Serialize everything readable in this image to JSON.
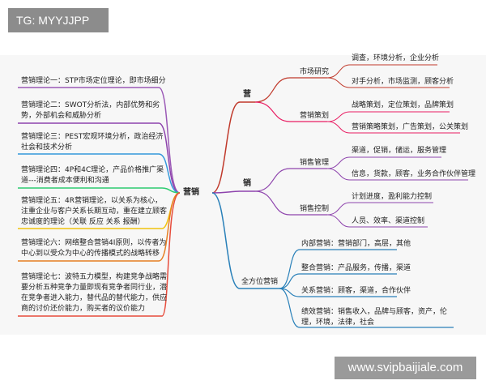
{
  "badge": "TG: MYYJJPP",
  "watermark": "www.svipbaijiale.com",
  "center": "营销",
  "left_theories": [
    {
      "text": "营销理论一：STP市场定位理论，即市场细分",
      "color": "#9b59b6"
    },
    {
      "text": "营销理论二：SWOT分析法，内部优势和劣势，外部机会和威胁分析",
      "color": "#8e44ad"
    },
    {
      "text": "营销理论三：PEST宏观环境分析，政治经济社会和技术分析",
      "color": "#3498db"
    },
    {
      "text": "营销理论四：4P和4C理论，产品价格推广渠道---消费者成本便利和沟通",
      "color": "#2ecc71"
    },
    {
      "text": "营销理论五：4R营销理论，以关系为核心，注重企业与客户关系长期互动，重在建立顾客忠诚度的理论（关联 反应 关系 报酬）",
      "color": "#f1c40f"
    },
    {
      "text": "营销理论六：网络整合营销4I原则，以传者为中心到以受众为中心的传播模式的战略转移",
      "color": "#e67e22"
    },
    {
      "text": "营销理论七：波特五力模型，构建竞争战略需要分析五种竞争力量即现有竞争者同行业，潜在竞争者进入能力，替代品的替代能力，供应商的讨价还价能力，购买者的议价能力",
      "color": "#e74c3c"
    }
  ],
  "right": {
    "ying": "营",
    "xiao": "销",
    "quanfangwei": "全方位营销",
    "market_research": "市场研究",
    "mr_items": [
      "调查，环境分析，企业分析",
      "对手分析，市场监测，顾客分析"
    ],
    "marketing_plan": "营销策划",
    "mp_items": [
      "战略策划，定位策划，品牌策划",
      "营销策略策划，广告策划，公关策划"
    ],
    "sales_mgmt": "销售管理",
    "sm_items": [
      "渠道，促销，储运，服务管理",
      "信息，货款，顾客，业务合作伙伴管理"
    ],
    "sales_ctrl": "销售控制",
    "sc_items": [
      "计划进度，盈利能力控制",
      "人员、效率、渠道控制"
    ],
    "qf_items": [
      "内部营销：营销部门，高层，其他",
      "整合营销：产品服务，传播，渠道",
      "关系营销：顾客，渠道，合作伙伴",
      "绩效营销：销售收入，品牌与顾客，资产，伦理，环境，法律，社会"
    ]
  }
}
